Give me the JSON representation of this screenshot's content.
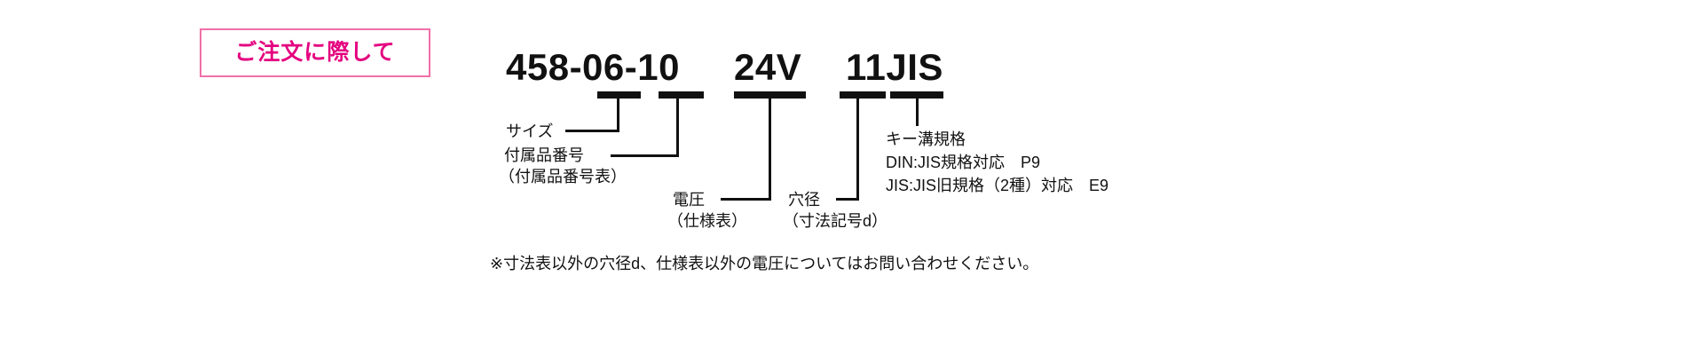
{
  "figure": {
    "badge": {
      "label": "ご注文に際して"
    },
    "part_number": {
      "base": "458-06-10",
      "voltage": "24V",
      "keyway": "11JIS"
    },
    "callouts": {
      "size": {
        "label": "サイズ"
      },
      "accessory": {
        "label": "付属品番号",
        "sublabel": "（付属品番号表）"
      },
      "voltage": {
        "label": "電圧",
        "sublabel": "（仕様表）"
      },
      "hole": {
        "label": "穴径",
        "sublabel": "（寸法記号d）"
      },
      "keyway": {
        "label": "キー溝規格",
        "line1": "DIN:JIS規格対応　P9",
        "line2": "JIS:JIS旧規格（2種）対応　E9"
      }
    },
    "note": "※寸法表以外の穴径d、仕様表以外の電圧についてはお問い合わせください。"
  },
  "colors": {
    "accent_pink": "#e4007f",
    "border_pink": "#f06fa7",
    "text": "#111111",
    "background": "#ffffff"
  }
}
